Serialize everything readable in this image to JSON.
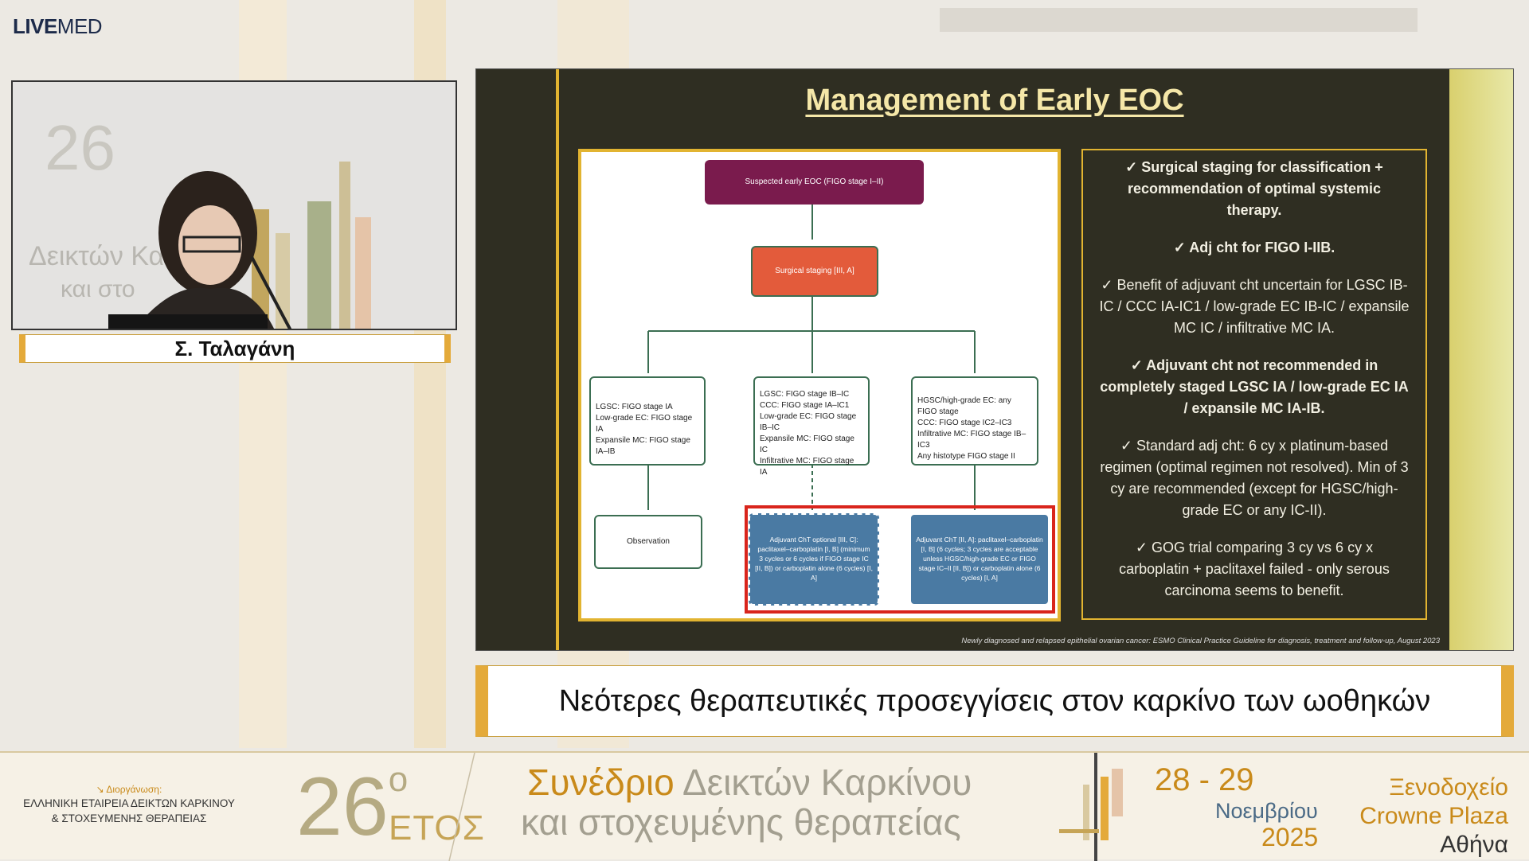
{
  "logo": {
    "bold": "LIVE",
    "light": "MED"
  },
  "speaker": {
    "name": "Σ. Ταλαγάνη"
  },
  "slide": {
    "title": "Management of Early EOC",
    "flowchart": {
      "start": "Suspected early EOC (FIGO stage I–II)",
      "staging": "Surgical staging [III, A]",
      "col1": [
        "LGSC: FIGO stage IA",
        "Low-grade EC: FIGO stage IA",
        "Expansile MC: FIGO stage IA–IB"
      ],
      "col2": [
        "LGSC: FIGO stage IB–IC",
        "CCC: FIGO stage IA–IC1",
        "Low-grade EC: FIGO stage IB–IC",
        "Expansile MC: FIGO stage IC",
        "Infiltrative MC: FIGO stage IA"
      ],
      "col3": [
        "HGSC/high-grade EC: any FIGO stage",
        "CCC: FIGO stage IC2–IC3",
        "Infiltrative MC: FIGO stage IB–IC3",
        "Any histotype FIGO stage II"
      ],
      "observation": "Observation",
      "optional": "Adjuvant ChT optional [III, C]: paclitaxel–carboplatin [I, B] (minimum 3 cycles or 6 cycles if FIGO stage IC [II, B]) or carboplatin alone (6 cycles) [I, A]",
      "adjuvant": "Adjuvant ChT [II, A]: paclitaxel–carboplatin [I, B] (6 cycles; 3 cycles are acceptable unless HGSC/high-grade EC or FIGO stage IC–II [II, B]) or carboplatin alone (6 cycles) [I, A]"
    },
    "bullets": [
      {
        "text": "✓ Surgical staging for classification + recommendation of optimal systemic therapy.",
        "bold": true
      },
      {
        "text": "✓ Adj cht for FIGO I-IIB.",
        "bold": true
      },
      {
        "text": "✓ Benefit of adjuvant cht uncertain for LGSC IB-IC / CCC IA-IC1 / low-grade EC IB-IC / expansile MC IC / infiltrative MC IA.",
        "bold": false
      },
      {
        "text": "✓ Adjuvant cht not recommended in completely staged LGSC IA / low-grade EC IA / expansile MC IA-IB.",
        "bold": true
      },
      {
        "text": "✓ Standard adj cht: 6 cy x platinum-based regimen (optimal regimen not resolved). Min of 3 cy are recommended (except for HGSC/high-grade EC or any IC-II).",
        "bold": false
      },
      {
        "text": "✓ GOG trial comparing 3 cy vs 6 cy x carboplatin + paclitaxel failed - only serous carcinoma seems to benefit.",
        "bold": false
      }
    ],
    "footer": "Newly diagnosed and relapsed epithelial ovarian cancer: ESMO Clinical Practice Guideline for diagnosis, treatment and follow-up, August 2023"
  },
  "subtitle": "Νεότερες θεραπευτικές προσεγγίσεις στον καρκίνο των ωοθηκών",
  "banner": {
    "organizer_label": "↘ Διοργάνωση:",
    "organizer": "ΕΛΛΗΝΙΚΗ ΕΤΑΙΡΕΙΑ ΔΕΙΚΤΩΝ ΚΑΡΚΙΝΟΥ & ΣΤΟΧΕΥΜΕΝΗΣ ΘΕΡΑΠΕΙΑΣ",
    "edition": "26",
    "edition_sup": "ο",
    "edition_word": "ΕΤΟΣ",
    "line1a": "Συνέδριο",
    "line1b": "Δεικτών Καρκίνου",
    "line2": "και στοχευμένης θεραπείας",
    "dates": "28 - 29",
    "month": "Νοεμβρίου",
    "year": "2025",
    "venue1": "Ξενοδοχείο",
    "venue2": "Crowne Plaza",
    "city": "Αθήνα"
  },
  "colors": {
    "accent": "#e4aa3a",
    "slide_bg": "#2f2e22",
    "highlight": "#d9251c",
    "node_dark": "#7a1b4d",
    "node_orange": "#e35b3b",
    "node_blue": "#4a7aa3"
  }
}
